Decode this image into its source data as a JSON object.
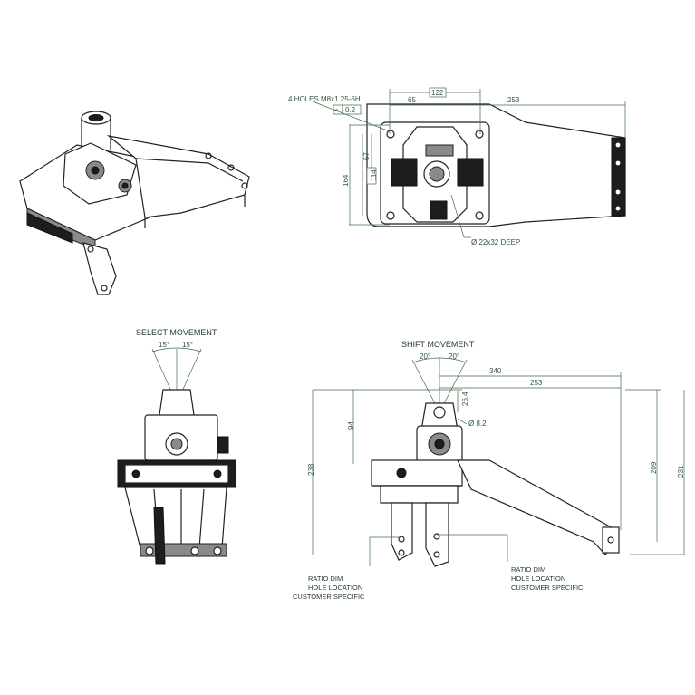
{
  "views": {
    "top": {
      "hole_note": "4 HOLES M8x1.25-6H",
      "tolerance_symbol": "⌖",
      "tolerance_value": "0.2",
      "dim_122": "122",
      "dim_65": "65",
      "dim_253": "253",
      "dim_57": "57",
      "dim_114": "114",
      "dim_164": "164",
      "bore_note": "Ø 22x32 DEEP"
    },
    "select": {
      "title": "SELECT MOVEMENT",
      "angle_left": "15°",
      "angle_right": "15°"
    },
    "shift": {
      "title": "SHIFT MOVEMENT",
      "angle_left": "20°",
      "angle_right": "20°",
      "dim_340": "340",
      "dim_253": "253",
      "dim_26_4": "26.4",
      "dim_94": "94",
      "dim_8_2": "Ø 8.2",
      "dim_238": "238",
      "dim_209": "209",
      "dim_231": "231",
      "note_left": [
        "RATIO DIM",
        "HOLE LOCATION",
        "CUSTOMER SPECIFIC"
      ],
      "note_right": [
        "RATIO DIM",
        "HOLE LOCATION",
        "CUSTOMER SPECIFIC"
      ]
    }
  }
}
